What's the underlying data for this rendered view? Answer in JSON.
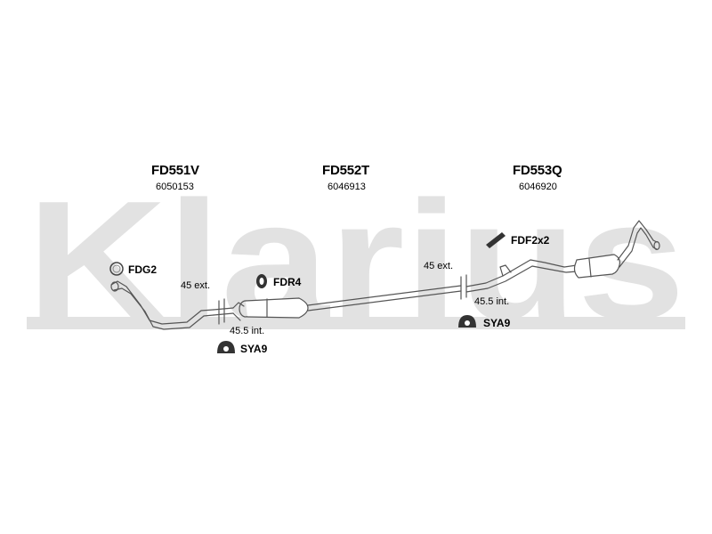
{
  "watermark": {
    "text": "Klarius",
    "color": "#e2e2e2"
  },
  "sections": [
    {
      "code": "FD551V",
      "number": "6050153"
    },
    {
      "code": "FD552T",
      "number": "6046913"
    },
    {
      "code": "FD553Q",
      "number": "6046920"
    }
  ],
  "accessories": {
    "fdg2": "FDG2",
    "fdr4": "FDR4",
    "fdf2x2": "FDF2x2",
    "sya9_left": "SYA9",
    "sya9_right": "SYA9"
  },
  "joints": {
    "left_ext": "45 ext.",
    "left_int": "45.5 int.",
    "right_ext": "45 ext.",
    "right_int": "45.5 int."
  },
  "icons": [
    "ring-clamp-icon",
    "rubber-hanger-icon",
    "bracket-strip-icon",
    "mount-bracket-icon"
  ],
  "colors": {
    "pipe_stroke": "#555555",
    "pipe_fill": "#ffffff",
    "icon_fill": "#333333"
  }
}
